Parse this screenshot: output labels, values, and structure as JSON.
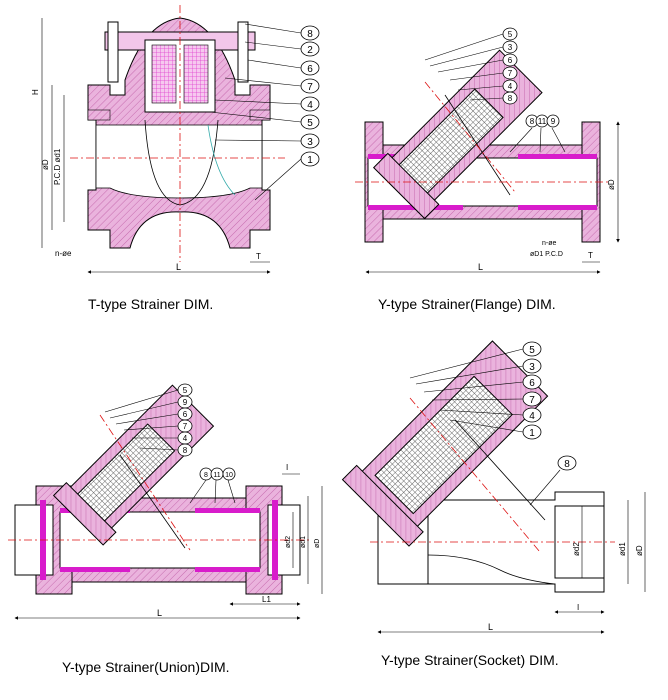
{
  "captions": {
    "t_type": "T-type Strainer DIM.",
    "y_flange": "Y-type Strainer(Flange) DIM.",
    "y_union": "Y-type Strainer(Union)DIM.",
    "y_socket": "Y-type Strainer(Socket) DIM."
  },
  "t_type": {
    "balloons": [
      "8",
      "2",
      "6",
      "7",
      "4",
      "5",
      "3",
      "1"
    ],
    "dims": {
      "H": "H",
      "D": "øD",
      "pcd": "P.C.D ød1",
      "bolt": "n-øe",
      "L": "L",
      "T": "T"
    }
  },
  "y_flange": {
    "balloons": [
      "5",
      "3",
      "6",
      "7",
      "4",
      "8"
    ],
    "balloons_pipe": [
      "8",
      "11",
      "9"
    ],
    "dims": {
      "D": "øD",
      "bolt": "n-øe",
      "pcd": "øD1 P.C.D",
      "L": "L",
      "T": "T"
    }
  },
  "y_union": {
    "balloons": [
      "5",
      "9",
      "6",
      "7",
      "4",
      "8"
    ],
    "balloons_pipe": [
      "8",
      "11",
      "10"
    ],
    "dims": {
      "d2": "ød2",
      "d1": "ød1",
      "D": "øD",
      "I": "I",
      "L": "L",
      "L1": "L1"
    }
  },
  "y_socket": {
    "balloons": [
      "5",
      "3",
      "6",
      "7",
      "4",
      "1"
    ],
    "balloon_extra": "8",
    "dims": {
      "d2": "ød2",
      "d1": "ød1",
      "D": "øD",
      "I": "I",
      "L": "L"
    }
  },
  "colors": {
    "body": "#e8a8d8",
    "liner": "#d81ccb",
    "center": "#d11",
    "screen": "#555"
  }
}
